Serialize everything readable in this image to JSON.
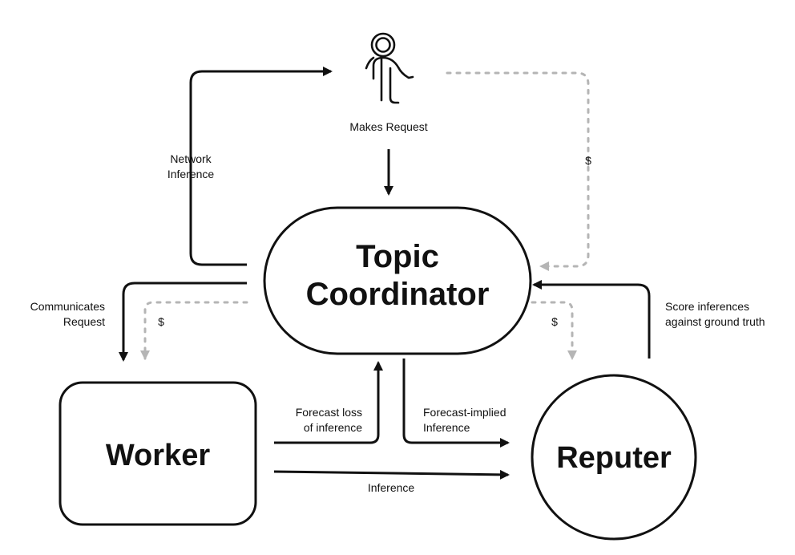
{
  "nodes": {
    "topic_coordinator": {
      "line1": "Topic",
      "line2": "Coordinator"
    },
    "worker": "Worker",
    "reputer": "Reputer",
    "user": "Makes Request"
  },
  "edges": {
    "network_inference": {
      "line1": "Network",
      "line2": "Inference"
    },
    "user_payment": "$",
    "communicates_request": {
      "line1": "Communicates",
      "line2": "Request"
    },
    "worker_payment": "$",
    "reputer_payment": "$",
    "score_inferences": {
      "line1": "Score inferences",
      "line2": "against ground truth"
    },
    "forecast_loss": {
      "line1": "Forecast loss",
      "line2": "of inference"
    },
    "forecast_implied": {
      "line1": "Forecast-implied",
      "line2": "Inference"
    },
    "inference": "Inference"
  },
  "colors": {
    "ink": "#111111",
    "payment_flow": "#b5b5b5"
  },
  "icons": {
    "user": "person-icon"
  }
}
